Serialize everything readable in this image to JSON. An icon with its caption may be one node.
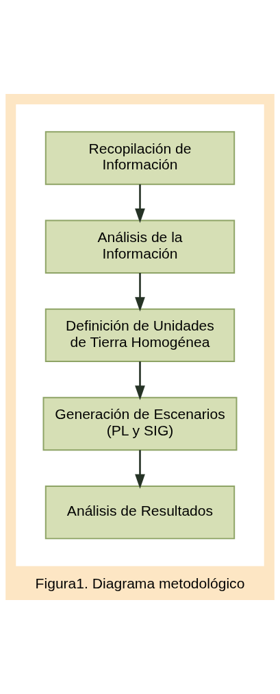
{
  "diagram": {
    "caption": "Figura1. Diagrama metodológico",
    "nodes": [
      {
        "text": [],
        "shape": "box"
      },
      {
        "text": [
          "Recopilación de Información"
        ],
        "in": 0
      },
      {
        "text": [
          "Análisis de la Información"
        ],
        "in": 0
      },
      {
        "text": [
          "Definición de Unidades de Tierra Homogénea"
        ],
        "in": 0
      },
      {
        "text": [
          "Generación de Escenarios (PL y SIG)"
        ],
        "in": 0
      },
      {
        "text": [
          "Análisis de Resultados"
        ],
        "in": 0
      }
    ],
    "edges": [
      {
        "from": 1,
        "to": 2,
        "arrow": "to"
      },
      {
        "from": 2,
        "to": 3,
        "arrow": "to"
      },
      {
        "from": 3,
        "to": 4,
        "arrow": "to"
      },
      {
        "from": 4,
        "to": 5,
        "arrow": "to"
      }
    ]
  }
}
